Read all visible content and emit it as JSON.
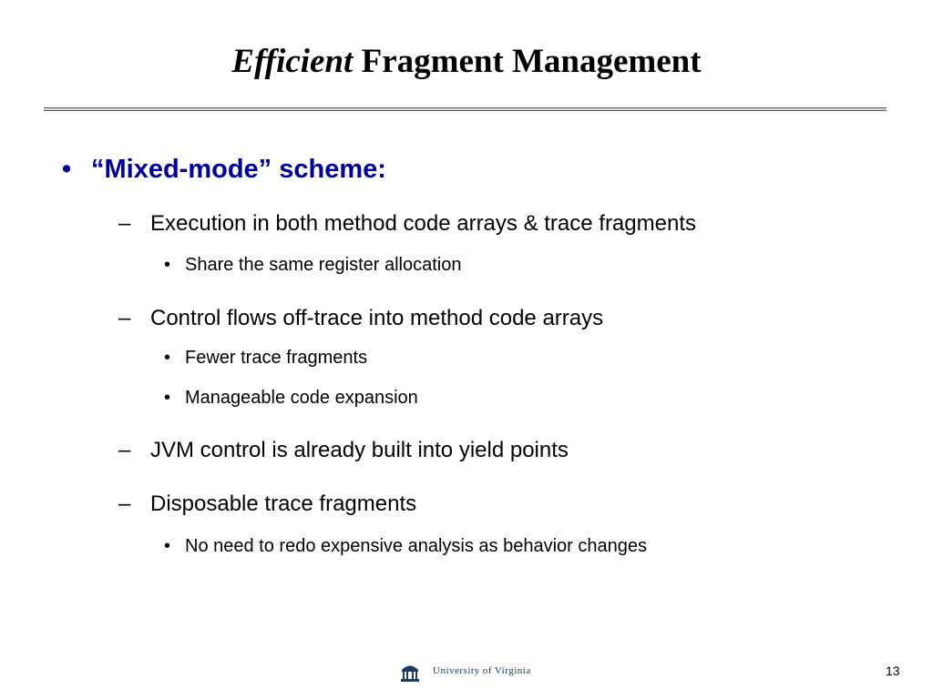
{
  "slide": {
    "title_emphasis": "Efficient",
    "title_rest": "Fragment Management",
    "bullet": {
      "symbol": "•",
      "text": "“Mixed-mode” scheme:"
    },
    "dash_symbol": "–",
    "dot_symbol": "•",
    "points": [
      {
        "text": "Execution in both method code arrays & trace fragments",
        "subs": [
          "Share the same register allocation"
        ]
      },
      {
        "text": "Control flows off-trace into method code arrays",
        "subs": [
          "Fewer trace fragments",
          "Manageable code expansion"
        ]
      },
      {
        "text": "JVM control is already built into yield points",
        "subs": []
      },
      {
        "text": "Disposable trace fragments",
        "subs": [
          "No need to redo expensive analysis as behavior changes"
        ]
      }
    ]
  },
  "footer": {
    "logo_icon": "rotunda-icon",
    "university": "University of Virginia",
    "page_number": "13"
  },
  "colors": {
    "bullet_blue": "#000099",
    "logo_blue": "#1f3a60"
  }
}
